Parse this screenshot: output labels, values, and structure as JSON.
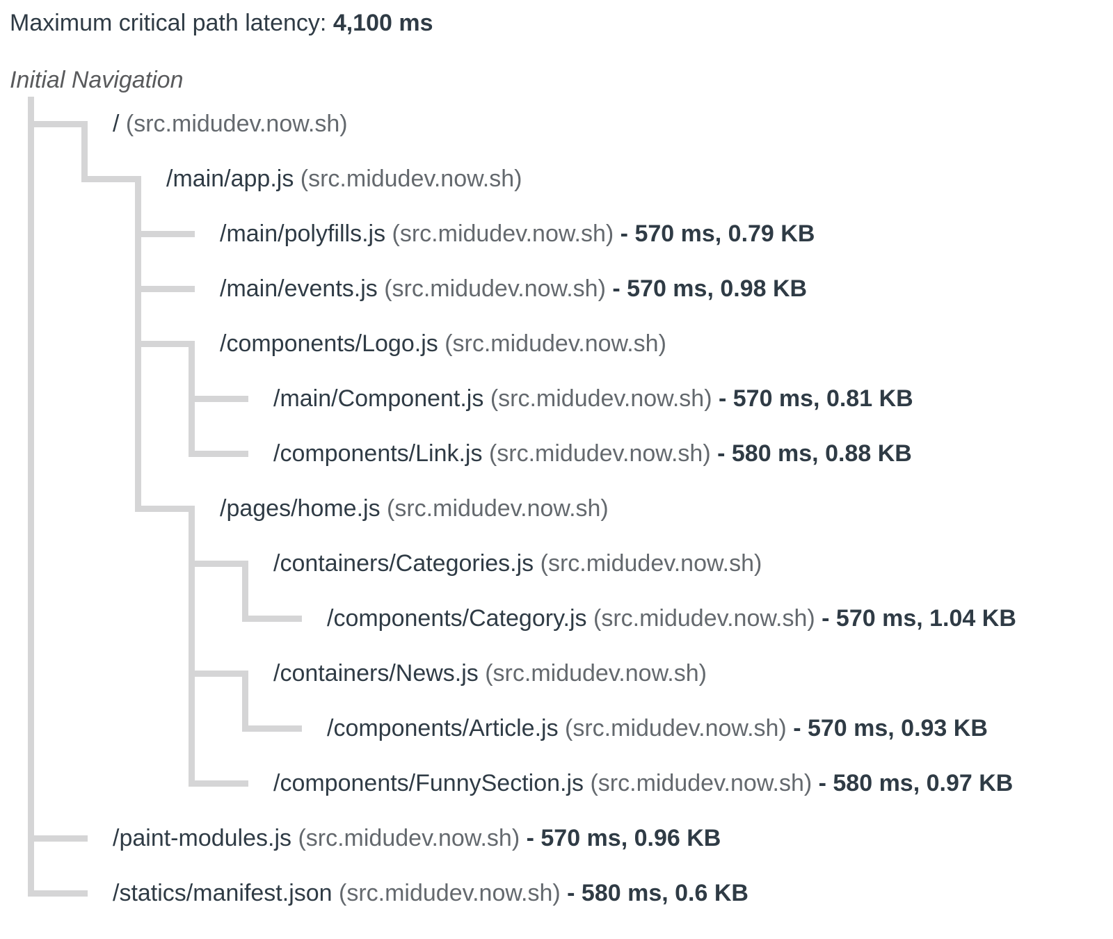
{
  "header": {
    "label": "Maximum critical path latency: ",
    "value": "4,100 ms"
  },
  "initial_navigation": "Initial Navigation",
  "colors": {
    "text_dark": "#2f3b45",
    "text_gray": "#64696e",
    "initial_nav": "#595a5c",
    "tree_line": "#d5d5d6",
    "background": "#ffffff"
  },
  "tree": {
    "rows": [
      {
        "path": "/",
        "host": "(src.midudev.now.sh)",
        "detail": null,
        "markers": [
          "vert-right",
          "horiz-down"
        ]
      },
      {
        "path": "/main/app.js",
        "host": "(src.midudev.now.sh)",
        "detail": null,
        "markers": [
          "vert",
          "up-right",
          "horiz-down"
        ]
      },
      {
        "path": "/main/polyfills.js",
        "host": "(src.midudev.now.sh)",
        "detail": "- 570 ms, 0.79 KB",
        "markers": [
          "vert",
          "space",
          "vert-right",
          "right"
        ]
      },
      {
        "path": "/main/events.js",
        "host": "(src.midudev.now.sh)",
        "detail": "- 570 ms, 0.98 KB",
        "markers": [
          "vert",
          "space",
          "vert-right",
          "right"
        ]
      },
      {
        "path": "/components/Logo.js",
        "host": "(src.midudev.now.sh)",
        "detail": null,
        "markers": [
          "vert",
          "space",
          "vert-right",
          "horiz-down"
        ]
      },
      {
        "path": "/main/Component.js",
        "host": "(src.midudev.now.sh)",
        "detail": "- 570 ms, 0.81 KB",
        "markers": [
          "vert",
          "space",
          "vert",
          "vert-right",
          "right"
        ]
      },
      {
        "path": "/components/Link.js",
        "host": "(src.midudev.now.sh)",
        "detail": "- 580 ms, 0.88 KB",
        "markers": [
          "vert",
          "space",
          "vert",
          "up-right",
          "right"
        ]
      },
      {
        "path": "/pages/home.js",
        "host": "(src.midudev.now.sh)",
        "detail": null,
        "markers": [
          "vert",
          "space",
          "up-right",
          "horiz-down"
        ]
      },
      {
        "path": "/containers/Categories.js",
        "host": "(src.midudev.now.sh)",
        "detail": null,
        "markers": [
          "vert",
          "space",
          "space",
          "vert-right",
          "horiz-down"
        ]
      },
      {
        "path": "/components/Category.js",
        "host": "(src.midudev.now.sh)",
        "detail": "- 570 ms, 1.04 KB",
        "markers": [
          "vert",
          "space",
          "space",
          "vert",
          "up-right",
          "right"
        ]
      },
      {
        "path": "/containers/News.js",
        "host": "(src.midudev.now.sh)",
        "detail": null,
        "markers": [
          "vert",
          "space",
          "space",
          "vert-right",
          "horiz-down"
        ]
      },
      {
        "path": "/components/Article.js",
        "host": "(src.midudev.now.sh)",
        "detail": "- 570 ms, 0.93 KB",
        "markers": [
          "vert",
          "space",
          "space",
          "vert",
          "up-right",
          "right"
        ]
      },
      {
        "path": "/components/FunnySection.js",
        "host": "(src.midudev.now.sh)",
        "detail": "- 580 ms, 0.97 KB",
        "markers": [
          "vert",
          "space",
          "space",
          "up-right",
          "right"
        ]
      },
      {
        "path": "/paint-modules.js",
        "host": "(src.midudev.now.sh)",
        "detail": "- 570 ms, 0.96 KB",
        "markers": [
          "vert-right",
          "right"
        ]
      },
      {
        "path": "/statics/manifest.json",
        "host": "(src.midudev.now.sh)",
        "detail": "- 580 ms, 0.6 KB",
        "markers": [
          "up-right",
          "right"
        ]
      }
    ]
  }
}
